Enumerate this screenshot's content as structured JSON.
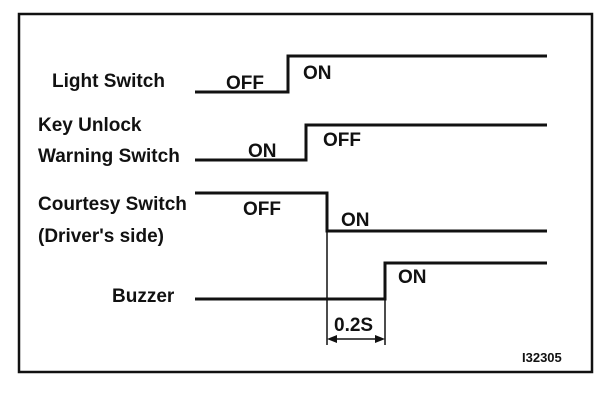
{
  "diagram": {
    "figure_id": "I32305",
    "interval_label": "0.2S",
    "signals": [
      {
        "label_lines": [
          "Light Switch"
        ],
        "low_state": "OFF",
        "high_state": "ON"
      },
      {
        "label_lines": [
          "Key Unlock",
          "Warning Switch"
        ],
        "low_state": "ON",
        "high_state": "OFF"
      },
      {
        "label_lines": [
          "Courtesy Switch",
          "(Driver's side)"
        ],
        "high_state": "OFF",
        "low_state": "ON"
      },
      {
        "label_lines": [
          "Buzzer"
        ],
        "high_state": "ON"
      }
    ]
  },
  "colors": {
    "ink": "#111111",
    "background": "#ffffff"
  }
}
